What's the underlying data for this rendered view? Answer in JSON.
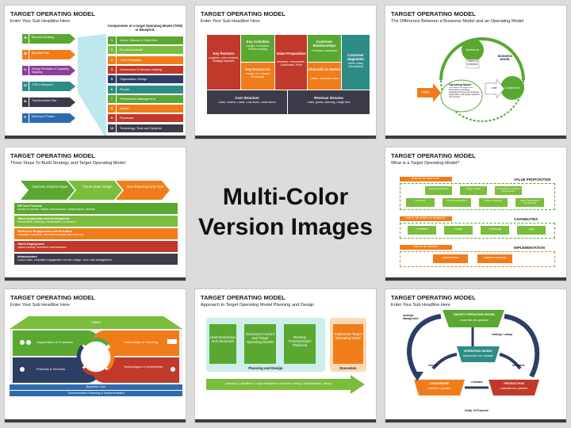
{
  "center_label": [
    "Multi-Color",
    "Version Images"
  ],
  "slides": [
    {
      "title": "TARGET OPERATING MODEL",
      "subtitle": "Enter Your Sub Headline Here",
      "left_items": [
        {
          "letter": "A",
          "label": "Business Strategy",
          "color": "#5aa832"
        },
        {
          "letter": "B",
          "label": "Business Plan",
          "color": "#f07d1a"
        },
        {
          "letter": "C",
          "label": "Design Principles & Capability Mapping",
          "color": "#8a3f9a"
        },
        {
          "letter": "D",
          "label": "TOM or Blueprint",
          "color": "#2e8c86"
        },
        {
          "letter": "E",
          "label": "Transformation Plan",
          "color": "#3b3b4a"
        },
        {
          "letter": "F",
          "label": "Delivery in Phases",
          "color": "#2d6bb0"
        }
      ],
      "components_heading": "Components of a target Operating Model (TOM) or Blueprint:",
      "components": [
        {
          "num": "1",
          "label": "Vision, Mission & Objectives",
          "color": "#5aa832"
        },
        {
          "num": "2",
          "label": "Functional Model",
          "color": "#7bbd3c"
        },
        {
          "num": "3",
          "label": "Core Processes",
          "color": "#f07d1a"
        },
        {
          "num": "4",
          "label": "Governance & Decision Making",
          "color": "#c0392b"
        },
        {
          "num": "5",
          "label": "Organization Design",
          "color": "#2d3e64"
        },
        {
          "num": "6",
          "label": "People",
          "color": "#2e8c86"
        },
        {
          "num": "7",
          "label": "Performance Management",
          "color": "#5aa832"
        },
        {
          "num": "8",
          "label": "Assets",
          "color": "#f07d1a"
        },
        {
          "num": "9",
          "label": "Processes",
          "color": "#c0392b"
        },
        {
          "num": "10",
          "label": "Technology, Tools and Systems",
          "color": "#3b3b4a"
        }
      ]
    },
    {
      "title": "TARGET OPERATING MODEL",
      "subtitle": "Enter Your Sub Headline Here",
      "cells": [
        {
          "head": "Key Partners",
          "body": "Suppliers, Joint Ventures, Strategic alliances"
        },
        {
          "head": "Key Activities",
          "body": "Design, Production, Problem solving"
        },
        {
          "head": "Key Resources",
          "body": "People, IPR, Assets, Knowledge"
        },
        {
          "head": "Value Proposition",
          "body": "Newness, Performance, Customized, Price"
        },
        {
          "head": "Customer Relationships",
          "body": "Personal, Automated"
        },
        {
          "head": "Channels to Market",
          "body": "Direct, Third party, Web"
        },
        {
          "head": "Customer Segments",
          "body": "Niche, Mass, International"
        },
        {
          "head": "Cost Structure",
          "body": "Direct, Indirect, Loans, Cost driven, Value driven"
        },
        {
          "head": "Revenue Streams",
          "body": "Sales, grants, licensing, Usage fees"
        }
      ]
    },
    {
      "title": "TARGET OPERATING MODEL",
      "subtitle": "The Difference Between a Business Model and an Operating Model",
      "investors": "Investors",
      "return": "Return to Investors",
      "business_model": "BUSINESS MODEL",
      "operating_model": "Operating Model",
      "op_desc": "Processes and equipment information technology people/technology and properties organization and people suppliers and partners",
      "offer": "Offer",
      "customers": "Customers",
      "supply": "Supply"
    },
    {
      "title": "TARGET OPERATING MODEL",
      "subtitle": "Three Steps To Build Strategy and Target Operating Model",
      "steps": [
        "Outcome Drivers/ Inputs",
        "Future State Design",
        "Tech Roadmap and TOM"
      ],
      "rows": [
        {
          "head": "HR Core Process",
          "body": "System of Record, Payroll, Rewards and Compensation, Benefits",
          "color": "#5aa832"
        },
        {
          "head": "Talent Acquisition and Development",
          "body": "Recruitment, Learning, Performance, Succession",
          "color": "#7bbd3c"
        },
        {
          "head": "Workforce Engagement and Retention",
          "body": "Employee Relations, Workforce Analytics and Planning",
          "color": "#f07d1a"
        },
        {
          "head": "Talent Deployment",
          "body": "Global Mobility, Workforce Administration",
          "color": "#c0392b"
        },
        {
          "head": "Infrastructure",
          "body": "Cloud/ SaaS, Employee Engagement Service Design, Tech/ Data Management",
          "color": "#3b3b4a"
        }
      ]
    },
    {
      "title": "TARGET OPERATING MODEL",
      "subtitle": "What is a Target Operating Model?",
      "value_proposition": "VALUE PROPOSITION",
      "capabilities": "CAPABILITIES",
      "implementation": "IMPLEMENTATION",
      "q1": "What do we want to be?",
      "q2": "How do we deliver our ambitions?",
      "q3": "How do we execute?",
      "vp_row1": [
        "Potential Initiatives",
        "Target market",
        "Competitive/ regulatory Environment"
      ],
      "vp_row2": [
        "Customer",
        "Product proposition",
        "Brand marketing",
        "Value (Sales/client service)/TM"
      ],
      "cap_row": [
        "Processes",
        "People",
        "Technology",
        "Data"
      ],
      "impl_row": [
        "Implementation",
        "Transition roadmaps"
      ]
    },
    {
      "title": "TARGET OPERATING MODEL",
      "subtitle": "Enter Your Sub Headline Here",
      "vision": "Vision",
      "quadrants": [
        "Organization & Processes",
        "Partnerships & Sourcing",
        "Products & Services",
        "Technologies & Architecture"
      ],
      "business_core": "Business Core",
      "transformation": "Transformation Planning & Implementation"
    },
    {
      "title": "TARGET OPERATING MODEL",
      "subtitle": "Approach to Target Operating Model Planning and Design",
      "boxes": [
        "Hold Workshops and Interviews",
        "Document Current and Target Operating Models",
        "Develop Transformation Playbook",
        "Implement Target Operating Model"
      ],
      "planning": "Planning and Design",
      "execution": "Execution",
      "arrow_text": "Leadership, Commitment, Project Management, Executive Planning, Communications, Training"
    },
    {
      "title": "TARGET OPERATING MODEL",
      "subtitle": "Enter Your Sub Headline Here",
      "top_box": {
        "head": "TARGET OPERATING MODEL",
        "body": "Shore/Rain the Operation"
      },
      "middle_box": {
        "head": "OPERATING MODEL",
        "body": "Implement/in the Operation"
      },
      "left_box": {
        "head": "LEADERSHIP",
        "body": "Define the Operation"
      },
      "right_box": {
        "head": "PRODUCTION",
        "body": "Undertake the Operation"
      },
      "strategic": "Strategic Management",
      "change": "Strategic Change",
      "practice": "Practice",
      "relevance": "Relevance",
      "feedback": "Feedback",
      "unity": "Unity of Purpose"
    }
  ]
}
